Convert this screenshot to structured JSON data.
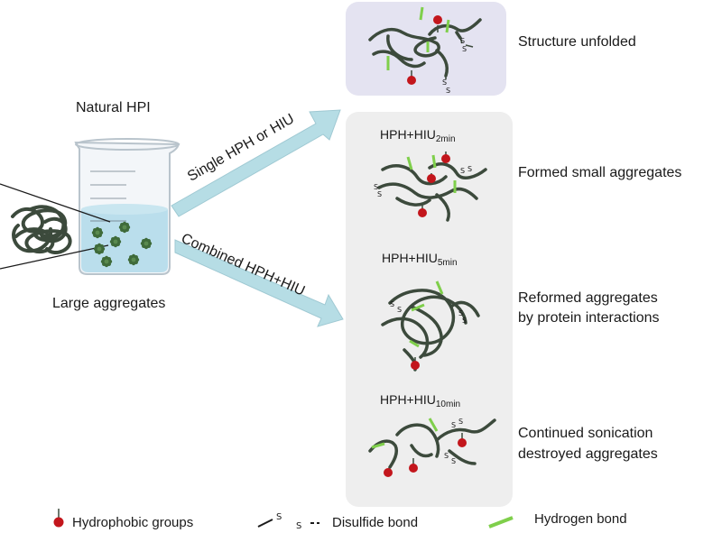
{
  "start": {
    "title": "Natural HPI",
    "caption": "Large aggregates"
  },
  "arrows": {
    "single": "Single HPH or HIU",
    "combined": "Combined HPH+HIU"
  },
  "outcomes": {
    "unfolded": "Structure unfolded",
    "small": "Formed small aggregates",
    "reformed_1": "Reformed aggregates",
    "reformed_2": "by protein interactions",
    "destroyed_1": "Continued sonication",
    "destroyed_2": "destroyed aggregates"
  },
  "conditions": [
    {
      "base": "HPH+HIU",
      "sub": "2min"
    },
    {
      "base": "HPH+HIU",
      "sub": "5min"
    },
    {
      "base": "HPH+HIU",
      "sub": "10min"
    }
  ],
  "legend": {
    "hydrophobic": "Hydrophobic groups",
    "disulfide": "Disulfide bond",
    "disulfide_s": "S",
    "hydrogen": "Hydrogen bond"
  },
  "colors": {
    "chain": "#3c4a3c",
    "hydrophobic": "#c3161c",
    "hydrogen": "#7fcf4b",
    "arrow": "#b6dde5",
    "liquid": "#9fd6ea",
    "panel_top": "#e4e3f1",
    "panel_main": "#eeeeee"
  }
}
